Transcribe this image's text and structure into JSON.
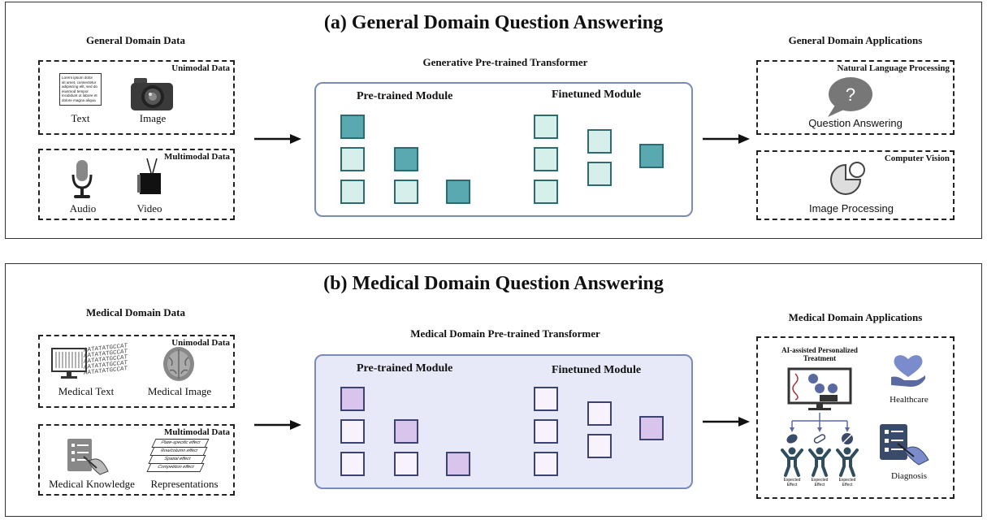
{
  "panel_a": {
    "title": "(a) General Domain Question Answering",
    "data_section": {
      "title": "General Domain Data",
      "unimodal": {
        "tag": "Unimodal Data",
        "items": [
          "Text",
          "Image"
        ],
        "text_snippet": [
          "Lorem ipsum dolor",
          "sit amet, consectetur",
          "adipiscing elit, sed do",
          "eiusmod tempor",
          "incididunt ut labore et",
          "dolore magna aliqua"
        ]
      },
      "multimodal": {
        "tag": "Multimodal Data",
        "items": [
          "Audio",
          "Video"
        ]
      }
    },
    "transformer": {
      "title": "Generative Pre-trained Transformer",
      "pretrained_label": "Pre-trained Module",
      "finetuned_label": "Finetuned Module"
    },
    "apps": {
      "title": "General Domain Applications",
      "nlp": {
        "tag": "Natural Language Processing",
        "label": "Question Answering",
        "glyph": "?"
      },
      "cv": {
        "tag": "Computer Vision",
        "label": "Image Processing"
      }
    }
  },
  "panel_b": {
    "title": "(b) Medical Domain Question Answering",
    "data_section": {
      "title": "Medical Domain Data",
      "unimodal": {
        "tag": "Unimodal Data",
        "items": [
          "Medical Text",
          "Medical Image"
        ],
        "dna_text": [
          "AATATATGCCAT",
          "AATATATGCCAT",
          "AATATATGCCAT",
          "AATATATGCCAT",
          "AATATATGCCAT"
        ]
      },
      "multimodal": {
        "tag": "Multimodal Data",
        "items": [
          "Medical Knowledge",
          "Representations"
        ],
        "layers": [
          "Plate-specific effect",
          "Row/column effect",
          "Spatial effect",
          "Competition effect"
        ]
      }
    },
    "transformer": {
      "title": "Medical Domain Pre-trained Transformer",
      "pretrained_label": "Pre-trained Module",
      "finetuned_label": "Finetuned Module"
    },
    "apps": {
      "title": "Medical Domain Applications",
      "treatment_title": "AI-assisted Personalized Treatment",
      "effect_label": "Expected Effect",
      "healthcare": "Healthcare",
      "diagnosis": "Diagnosis"
    }
  },
  "colors": {
    "teal_dark": "#5aa9b0",
    "teal_light": "#d6efea",
    "teal_border": "#2c6b70",
    "purple_dark": "#d9c4ec",
    "purple_light": "#f7f2fb",
    "purple_border": "#3d4370",
    "box_a_bg": "#ffffff",
    "box_b_bg": "#e7e9f8",
    "box_border": "#7b8bb8",
    "accent_blue": "#5a6aa0",
    "heart": "#7a8ccc"
  }
}
